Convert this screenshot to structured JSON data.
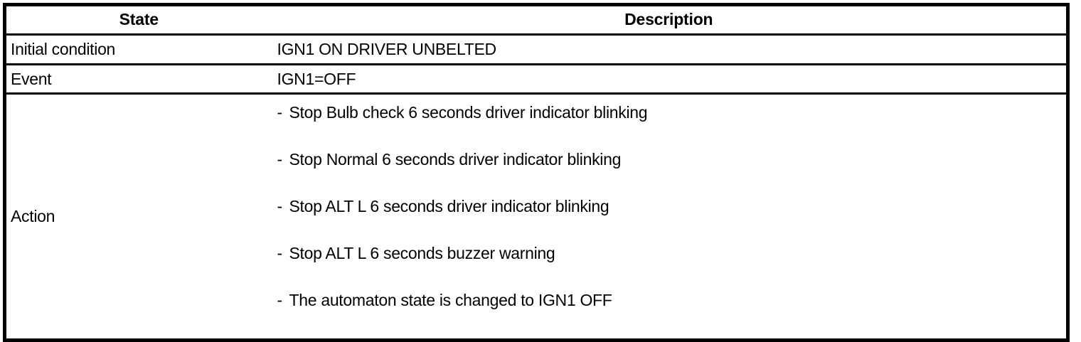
{
  "table": {
    "headers": {
      "state": "State",
      "description": "Description"
    },
    "rows": [
      {
        "state": "Initial condition",
        "description": "IGN1 ON DRIVER UNBELTED"
      },
      {
        "state": "Event",
        "description": "IGN1=OFF"
      }
    ],
    "action_row": {
      "state": "Action",
      "bullet": "-",
      "items": [
        "Stop Bulb check 6 seconds driver indicator blinking",
        "Stop Normal 6 seconds driver indicator blinking",
        "Stop ALT L 6 seconds driver indicator blinking",
        "Stop ALT L 6 seconds buzzer warning",
        "The automaton state is changed to IGN1 OFF"
      ]
    }
  },
  "colors": {
    "border": "#000000",
    "text": "#000000",
    "background": "#ffffff"
  }
}
